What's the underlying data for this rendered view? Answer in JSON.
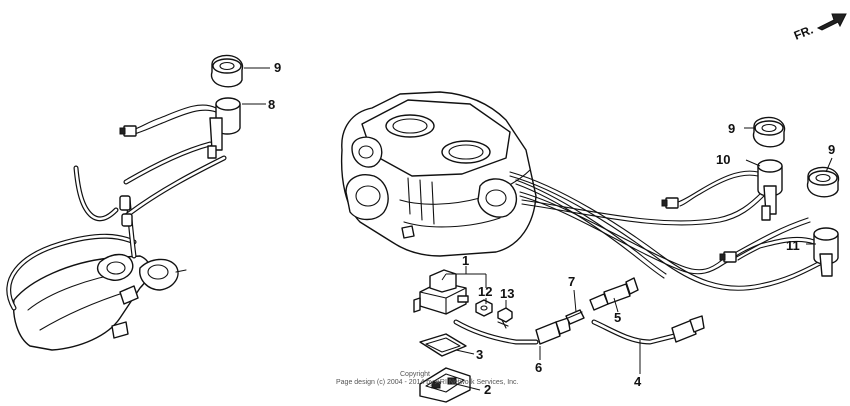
{
  "orientation": {
    "label": "FR."
  },
  "callouts": {
    "p1": "1",
    "p2": "2",
    "p3": "3",
    "p4": "4",
    "p5": "5",
    "p6": "6",
    "p7": "7",
    "p8": "8",
    "p9a": "9",
    "p9b": "9",
    "p9c": "9",
    "p10": "10",
    "p11": "11",
    "p12": "12",
    "p13": "13"
  },
  "copyright": {
    "line1": "Copyright",
    "line2": "Page design (c) 2004 - 2014 by ARI Network Services, Inc."
  },
  "colors": {
    "ink": "#111111",
    "paper": "#ffffff"
  }
}
